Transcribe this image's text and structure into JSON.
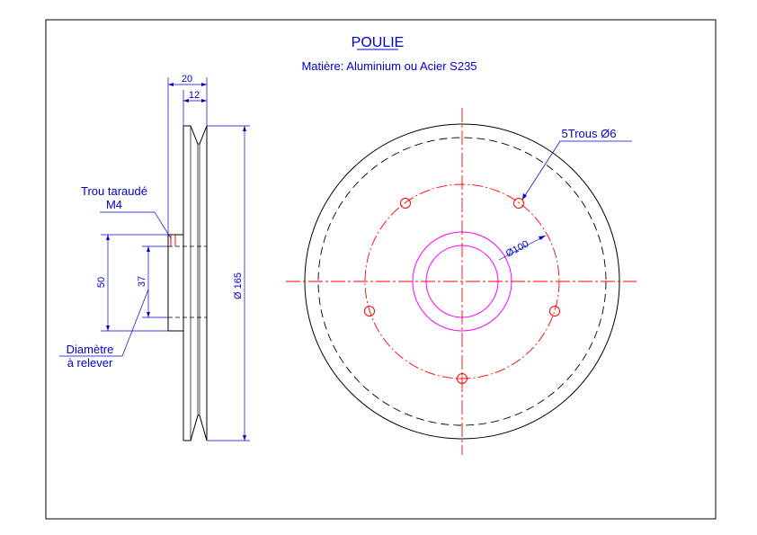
{
  "title": "POULIE",
  "material": "Matière: Aluminium ou Acier S235",
  "dimensions": {
    "total_width": "20",
    "groove_width": "12",
    "outer_diameter": "Ø 165",
    "hub_outer": "50",
    "hub_inner": "37",
    "bolt_circle": "Ø100"
  },
  "notes": {
    "holes": "5Trous Ø6",
    "tapped_hole_line1": "Trou taraudé",
    "tapped_hole_line2": "M4",
    "measure_line1": "Diamètre",
    "measure_line2": "à relever"
  },
  "colors": {
    "outline": "#000000",
    "dimension": "#0000cc",
    "centerline": "#ff0000",
    "hub": "#ff00ff"
  }
}
